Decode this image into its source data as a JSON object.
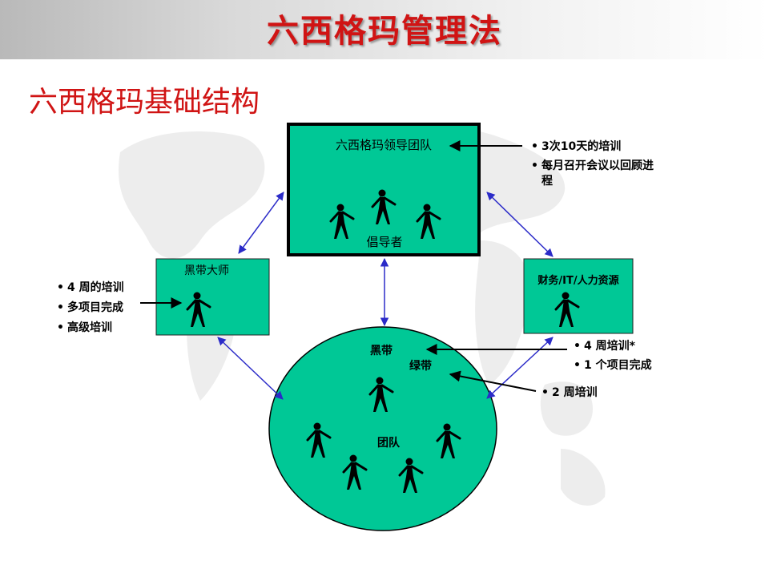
{
  "slide": {
    "title": "六西格玛管理法",
    "subtitle": "六西格玛基础结构"
  },
  "diagram": {
    "leadership_box": {
      "label": "六西格玛领导团队",
      "member_label": "倡导者",
      "notes": [
        "3次10天的培训",
        "每月召开会议以回顾进",
        "程"
      ]
    },
    "master_black_belt_box": {
      "label": "黑带大师",
      "notes": [
        "4 周的培训",
        "多项目完成",
        "高级培训"
      ]
    },
    "support_box": {
      "label": "财务/IT/人力资源"
    },
    "team_circle": {
      "black_belt_label": "黑带",
      "green_belt_label": "绿带",
      "team_label": "团队"
    },
    "black_belt_notes": [
      "4 周培训*",
      "1 个项目完成"
    ],
    "green_belt_notes": [
      "2 周培训"
    ],
    "colors": {
      "fill": "#00c896",
      "title": "#d01414",
      "arrow": "#2b2bc8",
      "outline": "#000000"
    }
  }
}
